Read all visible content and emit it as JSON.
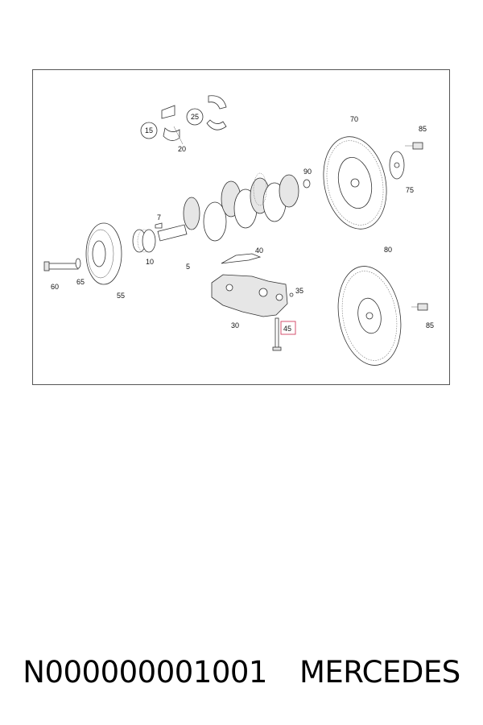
{
  "callouts": {
    "c15": "15",
    "c25": "25",
    "c20": "20",
    "c70": "70",
    "c85a": "85",
    "c90": "90",
    "c75": "75",
    "c7": "7",
    "c10": "10",
    "c5": "5",
    "c40": "40",
    "c80": "80",
    "c60": "60",
    "c65": "65",
    "c55": "55",
    "c35": "35",
    "c30": "30",
    "c45": "45",
    "c85b": "85"
  },
  "highlight_color": "#d04060",
  "caption": {
    "part_number": "N000000001001",
    "brand": "MERCEDES"
  }
}
